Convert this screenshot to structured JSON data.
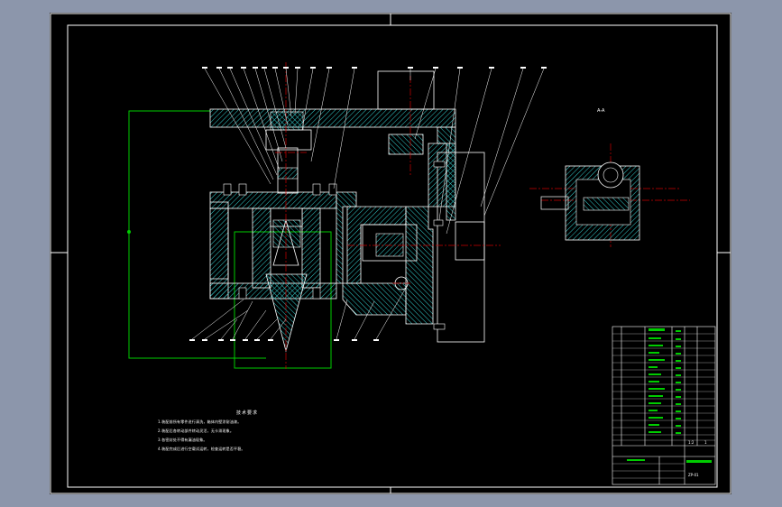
{
  "drawing": {
    "view_label": "A-A",
    "notes_title": "技术要求",
    "notes": [
      "1.装配前所有零件进行清洗，箱体内壁涂耐油漆。",
      "2.装配后各转动部件转动灵活，无卡滞现象。",
      "3.各密封处不得有漏油现象。",
      "4.装配完成后进行空载试运转，检查运转是否平稳。"
    ],
    "title_block": {
      "drawing_no": "ZP-01",
      "scale": "1:2",
      "sheet": "1"
    }
  },
  "colors": {
    "background": "#000000",
    "frame": "#ffffff",
    "dimension": "#00cc00",
    "centerline": "#cc0000",
    "hatch": "#33cccc",
    "part": "#ffffff",
    "leader": "#ffffff"
  }
}
